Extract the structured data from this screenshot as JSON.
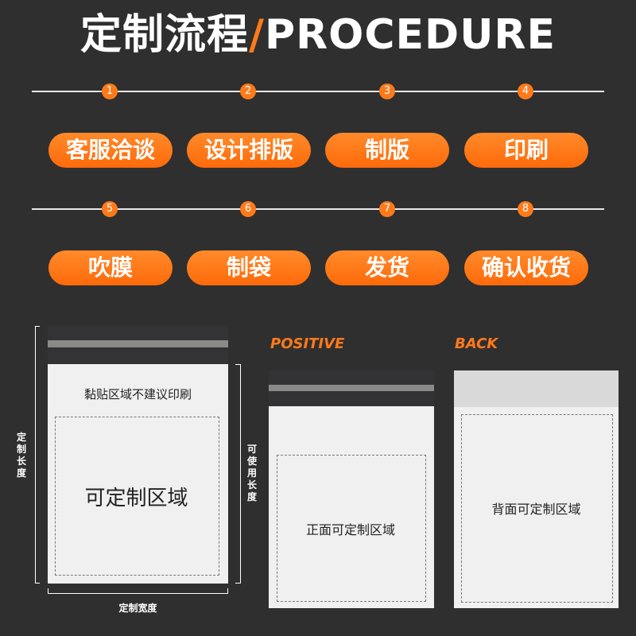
{
  "header": {
    "title_cn": "定制流程",
    "title_sep": "/",
    "title_en": "PROCEDURE"
  },
  "steps": [
    {
      "num": "1",
      "label": "客服洽谈"
    },
    {
      "num": "2",
      "label": "设计排版"
    },
    {
      "num": "3",
      "label": "制版"
    },
    {
      "num": "4",
      "label": "印刷"
    },
    {
      "num": "5",
      "label": "吹膜"
    },
    {
      "num": "6",
      "label": "制袋"
    },
    {
      "num": "7",
      "label": "发货"
    },
    {
      "num": "8",
      "label": "确认收货"
    }
  ],
  "diagram_left": {
    "seal_note": "黏贴区域不建议印刷",
    "custom_area": "可定制区域",
    "length_label": "定制长度",
    "usable_length_label": "可使用长度",
    "width_label": "定制宽度"
  },
  "diagram_positive": {
    "heading": "POSITIVE",
    "area_label": "正面可定制区域"
  },
  "diagram_back": {
    "heading": "BACK",
    "area_label": "背面可定制区域"
  },
  "colors": {
    "accent": "#ff7a1a",
    "background": "#2f2f2f"
  }
}
